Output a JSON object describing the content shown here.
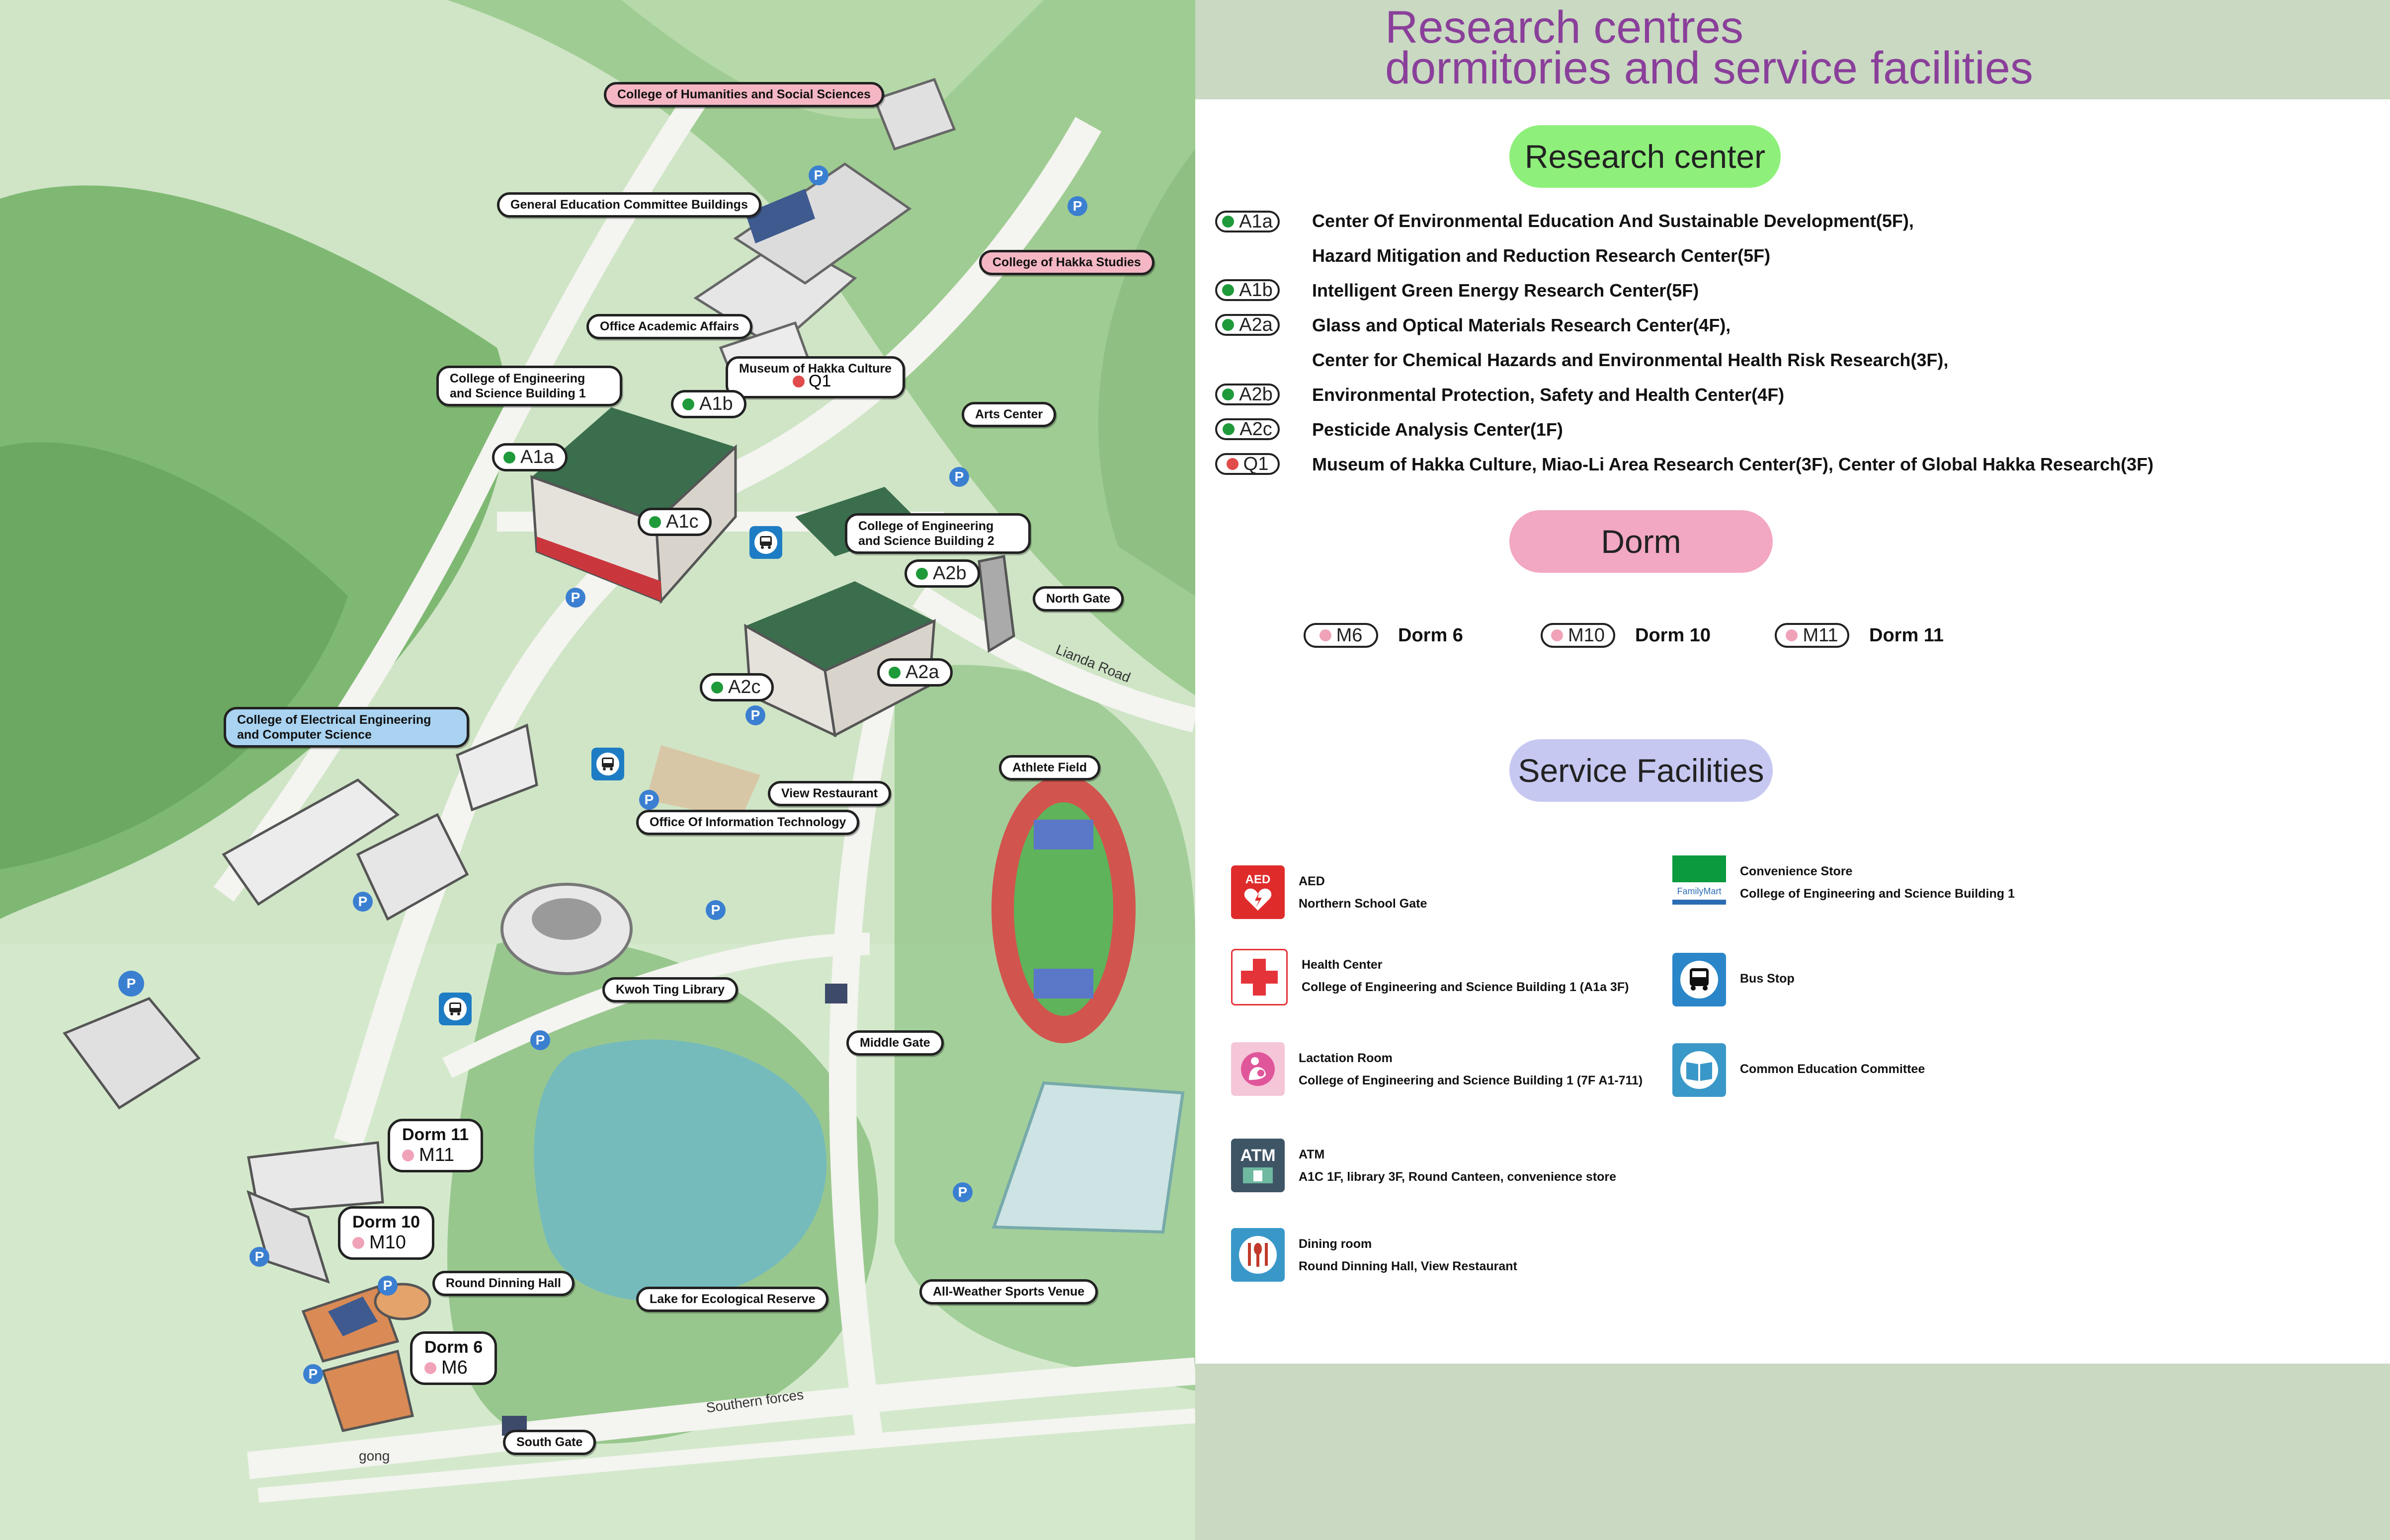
{
  "legend": {
    "title_line1": "Research centres",
    "title_line2": "dormitories and service facilities",
    "research_heading": "Research center",
    "dorm_heading": "Dorm",
    "service_heading": "Service Facilities",
    "research_rows": [
      {
        "code": "A1a",
        "color": "green",
        "text": "Center Of Environmental Education And Sustainable Development(5F),"
      },
      {
        "code": "",
        "color": "",
        "text": "Hazard Mitigation and Reduction Research Center(5F)"
      },
      {
        "code": "A1b",
        "color": "green",
        "text": "Intelligent Green Energy Research Center(5F)"
      },
      {
        "code": "A2a",
        "color": "green",
        "text": "Glass and Optical Materials Research Center(4F),"
      },
      {
        "code": "",
        "color": "",
        "text": "Center for Chemical Hazards and Environmental Health Risk Research(3F),"
      },
      {
        "code": "A2b",
        "color": "green",
        "text": "Environmental Protection, Safety and Health Center(4F)"
      },
      {
        "code": "A2c",
        "color": "green",
        "text": "Pesticide Analysis Center(1F)"
      },
      {
        "code": "Q1",
        "color": "red",
        "text": "Museum of Hakka Culture, Miao-Li Area Research Center(3F), Center of Global Hakka Research(3F)"
      }
    ],
    "dorms": [
      {
        "code": "M6",
        "name": "Dorm 6"
      },
      {
        "code": "M10",
        "name": "Dorm 10"
      },
      {
        "code": "M11",
        "name": "Dorm 11"
      }
    ],
    "services_left": [
      {
        "icon": "aed-icon",
        "icon_text": "AED",
        "name": "AED",
        "desc": "Northern School Gate"
      },
      {
        "icon": "health-center-icon",
        "name": "Health Center",
        "desc": "College of Engineering and Science Building 1 (A1a 3F)"
      },
      {
        "icon": "lactation-room-icon",
        "name": "Lactation Room",
        "desc": "College of Engineering and Science Building 1 (7F A1-711)"
      },
      {
        "icon": "atm-icon",
        "icon_text": "ATM",
        "name": "ATM",
        "desc": "A1C 1F, library 3F, Round Canteen, convenience store"
      },
      {
        "icon": "dining-room-icon",
        "name": "Dining room",
        "desc": "Round Dinning Hall, View Restaurant"
      }
    ],
    "services_right": [
      {
        "icon": "convenience-store-icon",
        "icon_text": "FamilyMart",
        "name": "Convenience Store",
        "desc": "College of Engineering and Science Building 1"
      },
      {
        "icon": "bus-stop-icon",
        "name": "Bus Stop",
        "desc": ""
      },
      {
        "icon": "common-education-icon",
        "name": "Common Education Committee",
        "desc": ""
      }
    ],
    "colors": {
      "header_bg": "#c9d9c2",
      "title": "#8a3f9a",
      "research_pill": "#8ef07a",
      "dorm_pill": "#f2a7c2",
      "service_pill": "#c6c8f2",
      "green_dot": "#1f9a3a",
      "red_dot": "#e04b4b",
      "pink_dot": "#f0a3b8"
    }
  },
  "map": {
    "building_labels": [
      {
        "id": "humanities",
        "text": "College of Humanities and Social Sciences",
        "style": "pink"
      },
      {
        "id": "gen-edu",
        "text": "General Education Committee Buildings",
        "style": "white"
      },
      {
        "id": "hakka-studies",
        "text": "College of Hakka Studies",
        "style": "pink"
      },
      {
        "id": "office-academic",
        "text": "Office Academic Affairs",
        "style": "white"
      },
      {
        "id": "museum-hakka",
        "text": "Museum of Hakka Culture",
        "style": "white"
      },
      {
        "id": "eng-sci-1",
        "text": "College of Engineering and Science Building 1",
        "style": "white"
      },
      {
        "id": "arts-center",
        "text": "Arts Center",
        "style": "white"
      },
      {
        "id": "eng-sci-2",
        "text": "College of Engineering and Science Building 2",
        "style": "white"
      },
      {
        "id": "north-gate",
        "text": "North Gate",
        "style": "white"
      },
      {
        "id": "elec-eng",
        "text": "College of Electrical Engineering and Computer Science",
        "style": "blue"
      },
      {
        "id": "view-restaurant",
        "text": "View Restaurant",
        "style": "white"
      },
      {
        "id": "office-it",
        "text": "Office Of Information Technology",
        "style": "white"
      },
      {
        "id": "athlete-field",
        "text": "Athlete Field",
        "style": "white"
      },
      {
        "id": "kwoh-ting",
        "text": "Kwoh Ting Library",
        "style": "white"
      },
      {
        "id": "middle-gate",
        "text": "Middle Gate",
        "style": "white"
      },
      {
        "id": "round-dining",
        "text": "Round Dinning Hall",
        "style": "white"
      },
      {
        "id": "lake",
        "text": "Lake for Ecological Reserve",
        "style": "white"
      },
      {
        "id": "sports-venue",
        "text": "All-Weather Sports Venue",
        "style": "white"
      },
      {
        "id": "south-gate",
        "text": "South Gate",
        "style": "white"
      }
    ],
    "code_badges": [
      {
        "code": "A1a",
        "color": "green"
      },
      {
        "code": "A1b",
        "color": "green"
      },
      {
        "code": "A1c",
        "color": "green"
      },
      {
        "code": "A2a",
        "color": "green"
      },
      {
        "code": "A2b",
        "color": "green"
      },
      {
        "code": "A2c",
        "color": "green"
      },
      {
        "code": "Q1",
        "color": "red"
      }
    ],
    "dorm_tags": [
      {
        "name": "Dorm 11",
        "code": "M11"
      },
      {
        "name": "Dorm 10",
        "code": "M10"
      },
      {
        "name": "Dorm 6",
        "code": "M6"
      }
    ],
    "road_labels": [
      "Lianda Road",
      "Southern forces",
      "gong"
    ],
    "parking_symbol": "P"
  }
}
